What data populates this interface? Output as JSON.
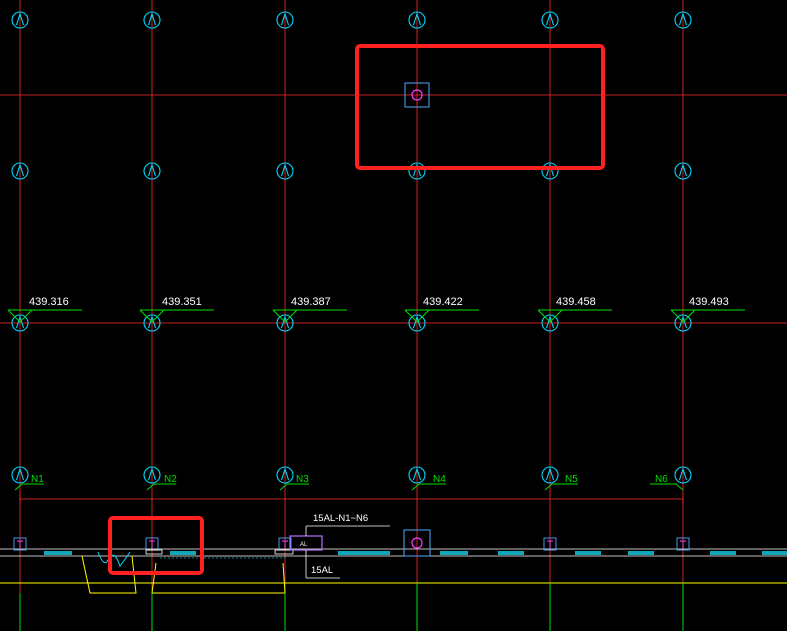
{
  "drawing": {
    "elevations": [
      "439.316",
      "439.351",
      "439.387",
      "439.422",
      "439.458",
      "439.493"
    ],
    "nodes": [
      "N1",
      "N2",
      "N3",
      "N4",
      "N5",
      "N6"
    ],
    "labels": {
      "leader_top": "15AL-N1~N6",
      "leader_bottom": "15AL",
      "panel": "AL"
    },
    "colors": {
      "background": "#000000",
      "grid_line": "#ff2a2a",
      "symbol": "#00d8ff",
      "annotation": "#00e000",
      "highlight": "#ff2020",
      "device": "#ff40ff",
      "wall": "#ffff00"
    },
    "icons": {
      "grid_symbol": "circle-caret-icon",
      "elevation_marker": "triangle-flag-icon",
      "device": "circle-in-square-icon",
      "panel": "distribution-panel-icon"
    }
  }
}
